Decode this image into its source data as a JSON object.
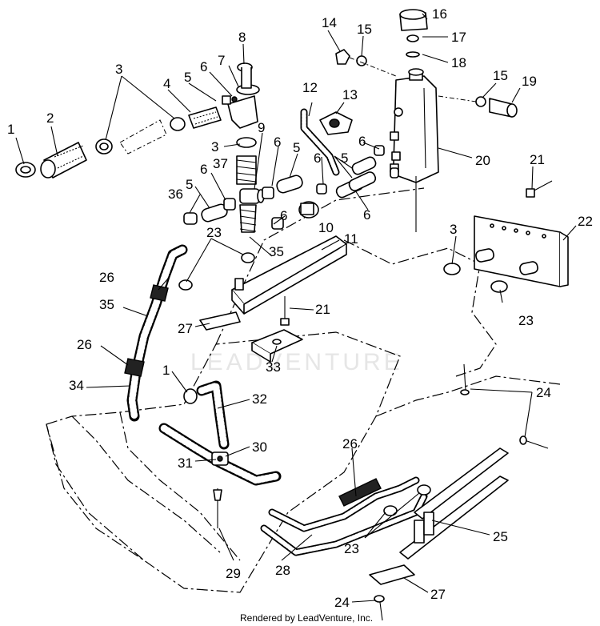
{
  "credit": "Rendered by LeadVenture, Inc.",
  "watermark": "LEADVENTURE",
  "callouts": [
    "1",
    "2",
    "3",
    "4",
    "5",
    "6",
    "7",
    "8",
    "3",
    "6",
    "37",
    "9",
    "36",
    "5",
    "6",
    "5",
    "6",
    "12",
    "13",
    "14",
    "15",
    "16",
    "17",
    "18",
    "15",
    "19",
    "20",
    "6",
    "5",
    "6",
    "10",
    "6",
    "11",
    "21",
    "22",
    "3",
    "23",
    "23",
    "35",
    "26",
    "35",
    "27",
    "21",
    "26",
    "33",
    "34",
    "1",
    "32",
    "30",
    "31",
    "24",
    "26",
    "25",
    "23",
    "28",
    "29",
    "27",
    "24"
  ]
}
